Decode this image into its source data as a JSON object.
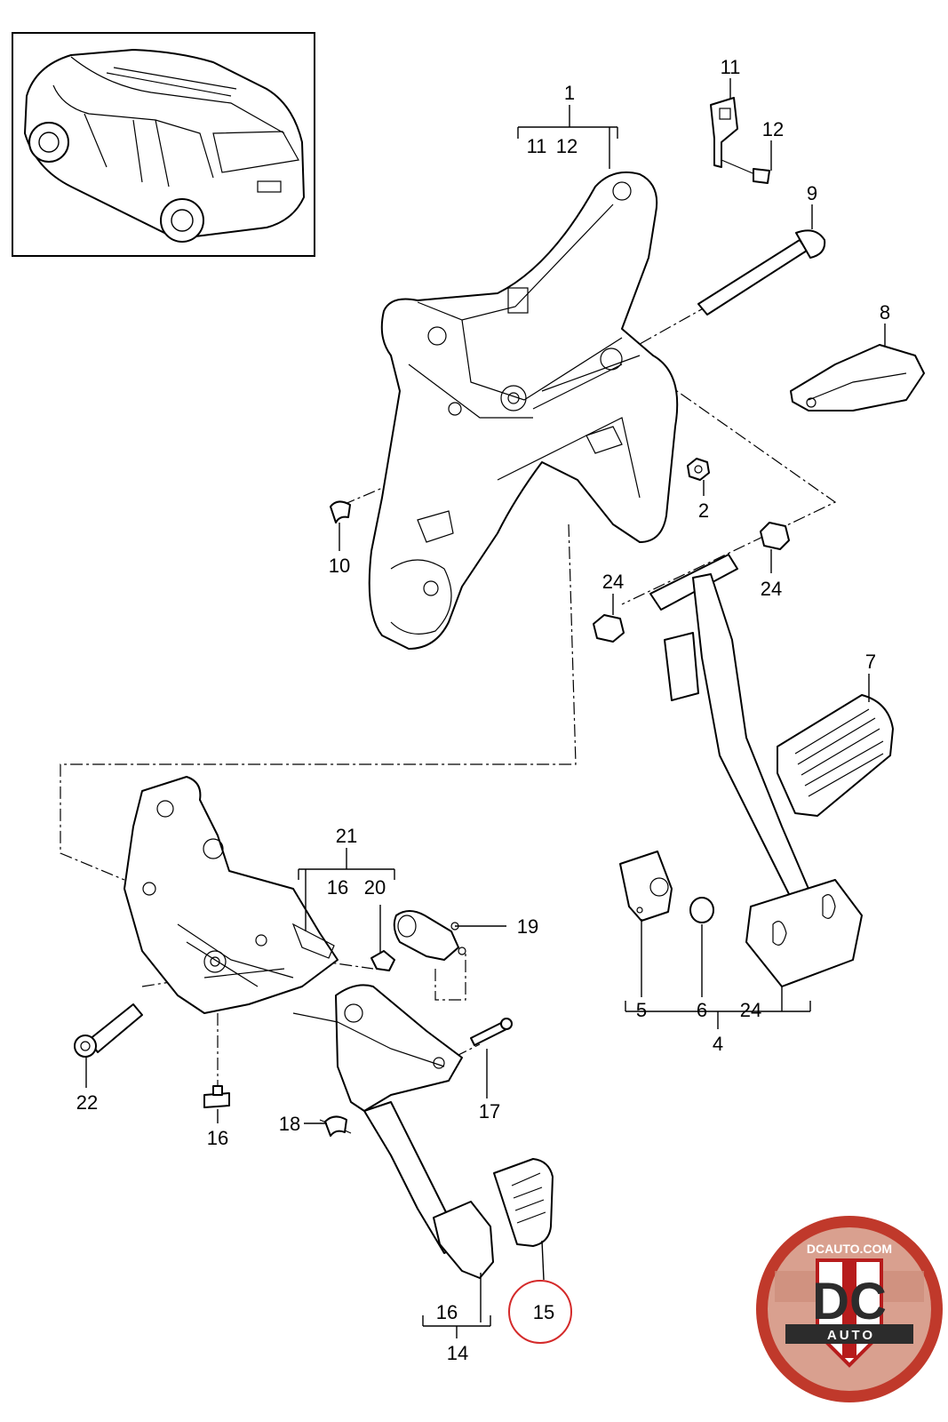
{
  "labels": {
    "p1": "1",
    "g1_11": "11",
    "g1_12": "12",
    "p11": "11",
    "p12": "12",
    "p9": "9",
    "p8": "8",
    "p2": "2",
    "p10": "10",
    "p24a": "24",
    "p24b": "24",
    "p7": "7",
    "p5": "5",
    "p6": "6",
    "g4_24": "24",
    "p4": "4",
    "p21": "21",
    "g21_16": "16",
    "g21_20": "20",
    "p19": "19",
    "p22": "22",
    "p16a": "16",
    "p18": "18",
    "p17": "17",
    "g14_16": "16",
    "p14": "14",
    "p15": "15"
  },
  "highlight_color": "#d42a2a",
  "logo": {
    "top_text": "DCAUTO.COM",
    "main_text": "DC",
    "sub_text": "AUTO",
    "colors": {
      "ring": "#c0392b",
      "inner": "#d9a08f",
      "stripe": "#b71c1c"
    }
  },
  "icons": {
    "thumbnail": "car-thumbnail-icon",
    "logo": "dcauto-logo-icon"
  }
}
